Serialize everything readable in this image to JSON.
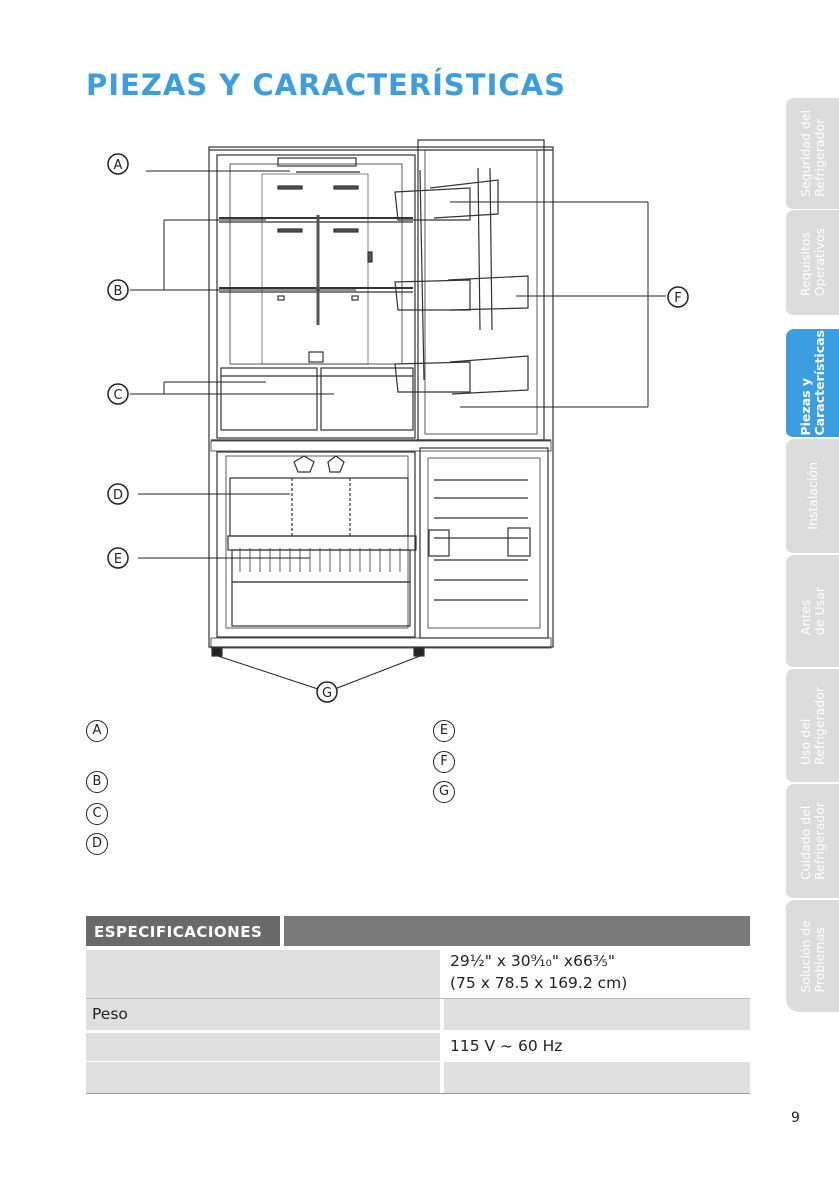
{
  "page": {
    "title": "PIEZAS Y CARACTERÍSTICAS",
    "page_number": "9",
    "accent_color": "#3a9ee0"
  },
  "tabs": [
    {
      "label": "Seguridad del\nRefrigerador",
      "active": false
    },
    {
      "label": "Requisitos\nOperativos",
      "active": false
    },
    {
      "label": "Piezas y\nCaracterísticas",
      "active": true
    },
    {
      "label": "Instalación",
      "active": false
    },
    {
      "label": "Antes\nde Usar",
      "active": false
    },
    {
      "label": "Uso del\nRefrigerador",
      "active": false
    },
    {
      "label": "Cuidado del\nRefrigerador",
      "active": false
    },
    {
      "label": "Solución de\nProblemas",
      "active": false
    }
  ],
  "callouts": {
    "a": "A",
    "b": "B",
    "c": "C",
    "d": "D",
    "e": "E",
    "f": "F",
    "g": "G"
  },
  "legend": [
    "A",
    "B",
    "C",
    "D",
    "E",
    "F",
    "G"
  ],
  "specs": {
    "header": "ESPECIFICACIONES",
    "rows": [
      {
        "label": "",
        "value_line1": "29½\" x 30⁹⁄₁₀\" x66⅗\"",
        "value_line2": "(75 x 78.5 x 169.2 cm)"
      },
      {
        "label": "Peso",
        "value": ""
      },
      {
        "label": "",
        "value": "115 V ~ 60 Hz"
      },
      {
        "label": "",
        "value": ""
      }
    ]
  }
}
